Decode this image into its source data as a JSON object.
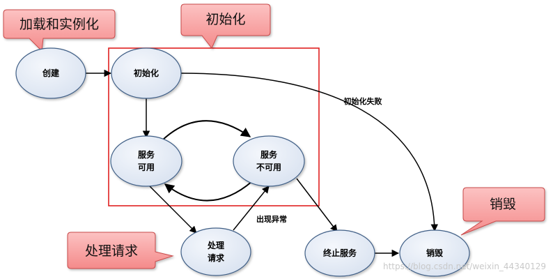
{
  "callouts": {
    "load": "加载和实例化",
    "init": "初始化",
    "handle": "处理请求",
    "destroy": "销毁"
  },
  "nodes": {
    "create": "创建",
    "init": "初始化",
    "service_available_line1": "服务",
    "service_available_line2": "可用",
    "service_unavailable_line1": "服务",
    "service_unavailable_line2": "不可用",
    "handle_line1": "处理",
    "handle_line2": "请求",
    "terminate": "终止服务",
    "destroy": "销毁"
  },
  "edges": {
    "init_failed": "初始化失败",
    "exception": "出现异常"
  },
  "watermark": "https://blog.csdn.net/weixin_44340129",
  "colors": {
    "node_fill": "#dde6f3",
    "node_stroke": "#3f5e86",
    "callout_fill": "#f89a9a",
    "callout_stroke": "#c84a4a",
    "frame": "#e02020"
  }
}
